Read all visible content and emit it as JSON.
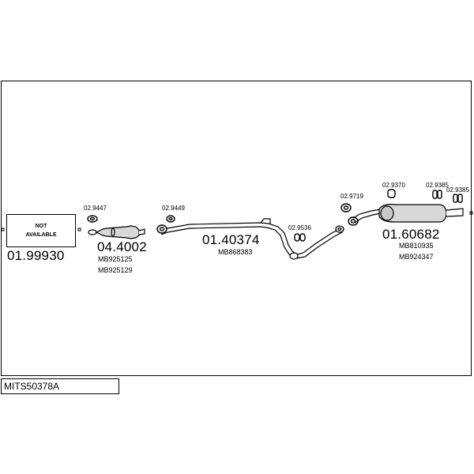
{
  "diagram_code": "MITS50378A",
  "not_available": {
    "line1": "NOT",
    "line2": "AVAILABLE"
  },
  "parts": [
    {
      "number": "01.99930",
      "refs": []
    },
    {
      "number": "04.4002",
      "refs": [
        "MB925125",
        "MB925129"
      ]
    },
    {
      "number": "01.40374",
      "refs": [
        "MB868383"
      ]
    },
    {
      "number": "01.60682",
      "refs": [
        "MB810935",
        "MB924347"
      ]
    }
  ],
  "fittings": [
    "02.9447",
    "02.9449",
    "02.9536",
    "02.9719",
    "02.9370",
    "02.9385",
    "02.9385"
  ]
}
